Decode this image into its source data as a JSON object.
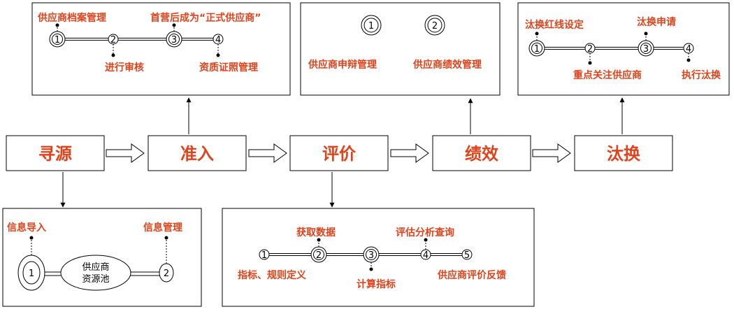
{
  "colors": {
    "accent": "#e0431b",
    "ink": "#000000",
    "paper": "#ffffff"
  },
  "stages": [
    "寻源",
    "准入",
    "评价",
    "绩效",
    "汰换"
  ],
  "sourcing": {
    "steps": [
      "信息导入",
      "信息管理"
    ],
    "nums": [
      "1",
      "2"
    ],
    "pool": [
      "供应商",
      "资源池"
    ]
  },
  "admission": {
    "steps": [
      "供应商档案管理",
      "进行审核",
      "首营后成为“正式供应商”",
      "资质证照管理"
    ],
    "nums": [
      "1",
      "2",
      "3",
      "4"
    ]
  },
  "evaluation": {
    "steps": [
      "指标、规则定义",
      "获取数据",
      "计算指标",
      "评估分析查询",
      "供应商评价反馈"
    ],
    "nums": [
      "1",
      "2",
      "3",
      "4",
      "5"
    ]
  },
  "performance": {
    "steps": [
      "供应商申辩管理",
      "供应商绩效管理"
    ],
    "nums": [
      "1",
      "2"
    ]
  },
  "elimination": {
    "steps": [
      "汰换红线设定",
      "重点关注供应商",
      "汰换申请",
      "执行汰换"
    ],
    "nums": [
      "1",
      "2",
      "3",
      "4"
    ]
  }
}
